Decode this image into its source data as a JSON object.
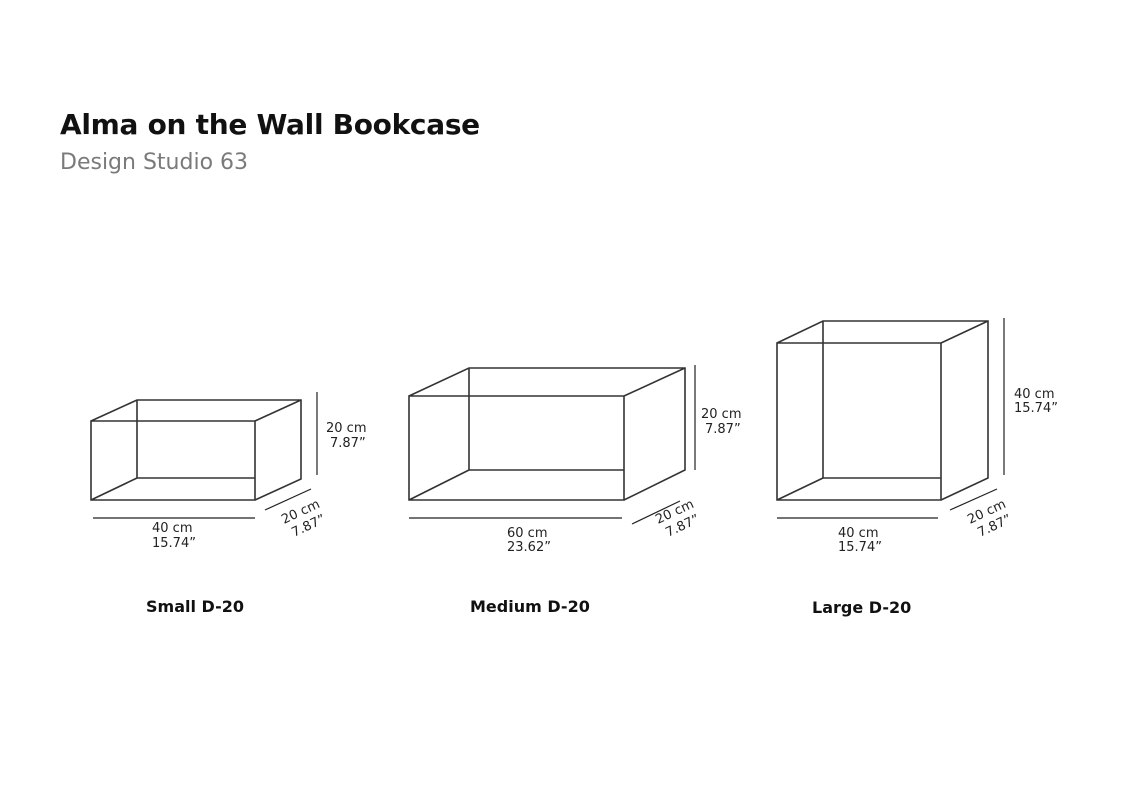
{
  "header": {
    "title": "Alma on the Wall Bookcase",
    "subtitle": "Design Studio 63"
  },
  "models": [
    {
      "name": "Small D-20",
      "width_cm": "40 cm",
      "width_in": "15.74”",
      "height_cm": "20 cm",
      "height_in": "7.87”",
      "depth_cm": "20 cm",
      "depth_in": "7.87”"
    },
    {
      "name": "Medium D-20",
      "width_cm": "60 cm",
      "width_in": "23.62”",
      "height_cm": "20 cm",
      "height_in": "7.87”",
      "depth_cm": "20 cm",
      "depth_in": "7.87”"
    },
    {
      "name": "Large D-20",
      "width_cm": "40 cm",
      "width_in": "15.74”",
      "height_cm": "40 cm",
      "height_in": "15.74”",
      "depth_cm": "20 cm",
      "depth_in": "7.87”"
    }
  ]
}
